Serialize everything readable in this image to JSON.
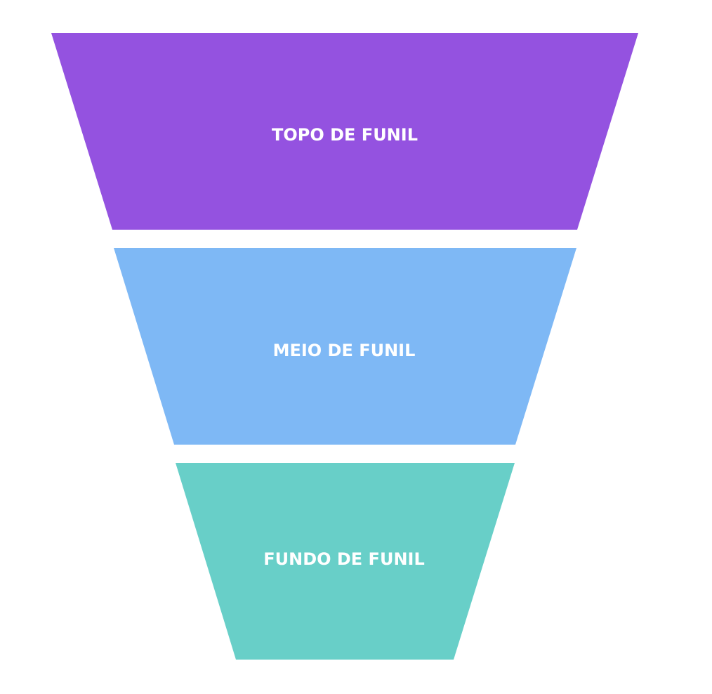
{
  "funnel": {
    "stages": [
      {
        "label": "TOPO DE FUNIL",
        "color": "#9452e0"
      },
      {
        "label": "MEIO DE FUNIL",
        "color": "#7eb8f5"
      },
      {
        "label": "FUNDO DE FUNIL",
        "color": "#68cfc8"
      }
    ]
  }
}
